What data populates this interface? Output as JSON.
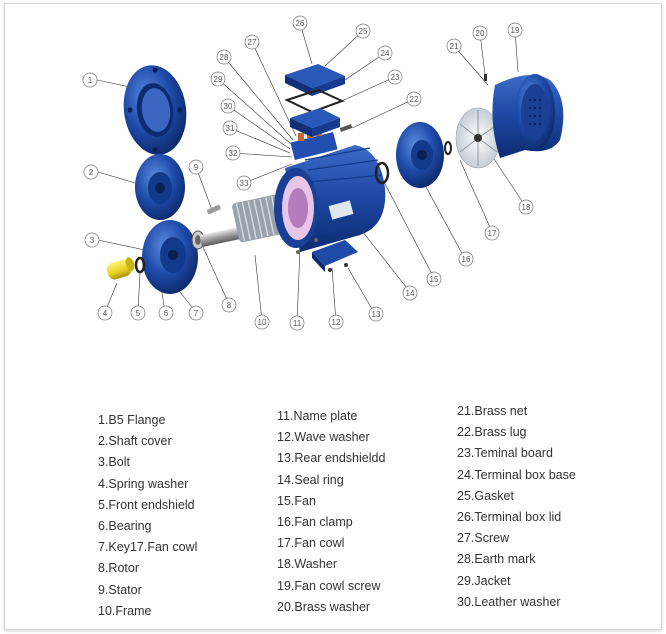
{
  "diagram": {
    "callouts": [
      "1",
      "2",
      "3",
      "4",
      "5",
      "6",
      "7",
      "8",
      "9",
      "10",
      "11",
      "12",
      "13",
      "14",
      "15",
      "16",
      "17",
      "18",
      "19",
      "20",
      "21",
      "22",
      "23",
      "24",
      "25",
      "26",
      "27",
      "28",
      "29",
      "30",
      "31",
      "32",
      "33"
    ]
  },
  "legend": {
    "col1": [
      "1.B5 Flange",
      "2.Shaft cover",
      "3.Bolt",
      "4.Spring washer",
      "5.Front endshield",
      "6.Bearing",
      "7.Key17.Fan cowl",
      "8.Rotor",
      "9.Stator",
      "10.Frame"
    ],
    "col2": [
      "11.Name plate",
      "12.Wave washer",
      "13.Rear endshieldd",
      "14.Seal ring",
      "15.Fan",
      "16.Fan clamp",
      "17.Fan cowl",
      "18.Washer",
      "19.Fan cowl screw",
      "20.Brass washer"
    ],
    "col3": [
      "21.Brass net",
      "22.Brass lug",
      "23.Teminal board",
      "24.Terminal box base",
      "25.Gasket",
      "26.Terminal box lid",
      "27.Screw",
      "28.Earth mark",
      "29.Jacket",
      "30.Leather washer"
    ]
  },
  "colors": {
    "motor_blue": "#1e4aa8",
    "motor_dark": "#0f2f78",
    "motor_light": "#4f7ed6",
    "copper": "#c86a2b",
    "brass": "#e8d21c"
  }
}
